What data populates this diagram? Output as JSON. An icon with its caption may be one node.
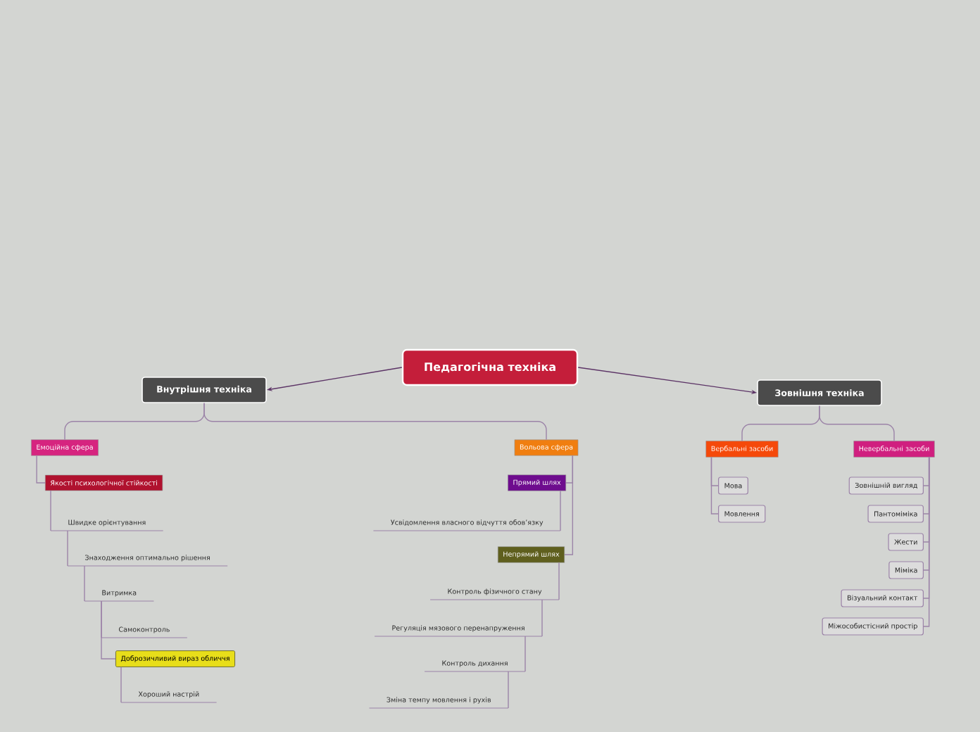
{
  "diagram": {
    "nodes": [
      {
        "text": [
          "Педагогічна техніка"
        ]
      },
      {
        "text": [
          "Внутрішня техніка"
        ]
      },
      {
        "text": [
          "Зовнішня техніка"
        ]
      },
      {
        "text": [
          "Емоційна сфера"
        ]
      },
      {
        "text": [
          "Вольова сфера"
        ]
      },
      {
        "text": [
          "Якості психологічної стійкості"
        ]
      },
      {
        "text": [
          "Швидке орієнтування"
        ]
      },
      {
        "text": [
          "Знаходження оптимально рішення"
        ]
      },
      {
        "text": [
          "Витримка"
        ]
      },
      {
        "text": [
          "Самоконтроль"
        ]
      },
      {
        "text": [
          "Доброзичливий вираз обличчя"
        ]
      },
      {
        "text": [
          "Хороший настрій"
        ]
      },
      {
        "text": [
          "Прямий шлях"
        ]
      },
      {
        "text": [
          "Усвідомлення власного відчуття обов’язку"
        ]
      },
      {
        "text": [
          "Непрямий шлях"
        ]
      },
      {
        "text": [
          "Контроль фізичного стану"
        ]
      },
      {
        "text": [
          "Регуляція мязового перенапруження"
        ]
      },
      {
        "text": [
          "Контроль дихання"
        ]
      },
      {
        "text": [
          "Зміна темпу мовлення і рухів"
        ]
      },
      {
        "text": [
          "Вербальні засоби"
        ]
      },
      {
        "text": [
          "Невербальні засоби"
        ]
      },
      {
        "text": [
          "Мова"
        ]
      },
      {
        "text": [
          "Мовлення"
        ]
      },
      {
        "text": [
          "Зовнішній вигляд"
        ]
      },
      {
        "text": [
          "Пантоміміка"
        ]
      },
      {
        "text": [
          "Жести"
        ]
      },
      {
        "text": [
          "Міміка"
        ]
      },
      {
        "text": [
          "Візуальний контакт"
        ]
      },
      {
        "text": [
          "Міжособистісний простір"
        ]
      }
    ],
    "edges": [
      {
        "from": 0,
        "to": 1,
        "arrow": "to",
        "color": "#5c3466"
      },
      {
        "from": 0,
        "to": 2,
        "arrow": "to",
        "color": "#5c3466"
      },
      {
        "from": 1,
        "to": 3,
        "arrow": "none"
      },
      {
        "from": 1,
        "to": 4,
        "arrow": "none"
      },
      {
        "from": 3,
        "to": 5,
        "arrow": "none"
      },
      {
        "from": 5,
        "to": 6,
        "arrow": "none"
      },
      {
        "from": 6,
        "to": 7,
        "arrow": "none"
      },
      {
        "from": 7,
        "to": 8,
        "arrow": "none"
      },
      {
        "from": 8,
        "to": 9,
        "arrow": "none"
      },
      {
        "from": 8,
        "to": 10,
        "arrow": "none"
      },
      {
        "from": 10,
        "to": 11,
        "arrow": "none"
      },
      {
        "from": 4,
        "to": 12,
        "arrow": "none"
      },
      {
        "from": 4,
        "to": 14,
        "arrow": "none"
      },
      {
        "from": 12,
        "to": 13,
        "arrow": "none"
      },
      {
        "from": 14,
        "to": 15,
        "arrow": "none"
      },
      {
        "from": 15,
        "to": 16,
        "arrow": "none"
      },
      {
        "from": 16,
        "to": 17,
        "arrow": "none"
      },
      {
        "from": 17,
        "to": 18,
        "arrow": "none"
      },
      {
        "from": 2,
        "to": 19,
        "arrow": "none"
      },
      {
        "from": 2,
        "to": 20,
        "arrow": "none"
      },
      {
        "from": 19,
        "to": 21,
        "arrow": "none"
      },
      {
        "from": 19,
        "to": 22,
        "arrow": "none"
      },
      {
        "from": 20,
        "to": 23,
        "arrow": "none"
      },
      {
        "from": 20,
        "to": 24,
        "arrow": "none"
      },
      {
        "from": 20,
        "to": 25,
        "arrow": "none"
      },
      {
        "from": 20,
        "to": 26,
        "arrow": "none"
      },
      {
        "from": 20,
        "to": 27,
        "arrow": "none"
      },
      {
        "from": 20,
        "to": 28,
        "arrow": "none"
      }
    ]
  }
}
